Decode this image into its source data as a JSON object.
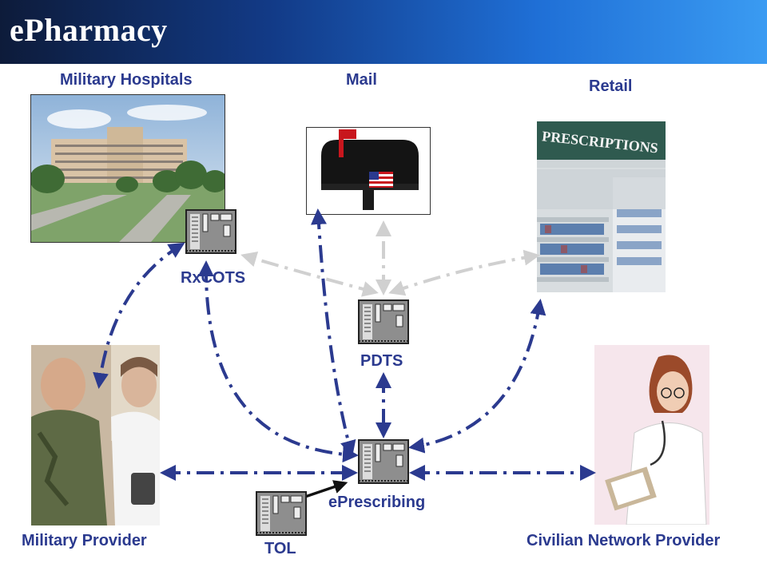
{
  "title": "ePharmacy",
  "colors": {
    "accent": "#2b3a8f",
    "gray_arrow": "#d0d0d0",
    "black_arrow": "#111111"
  },
  "labels": {
    "military_hospitals": "Military Hospitals",
    "mail": "Mail",
    "retail": "Retail",
    "rxcots": "RxCOTS",
    "pdts": "PDTS",
    "eprescribing": "ePrescribing",
    "military_provider": "Military Provider",
    "civilian_network_provider": "Civilian Network Provider",
    "tol": "TOL"
  },
  "pharmacy_sign": "PRESCRIPTIONS",
  "icons": [
    "server-icon",
    "mailbox-icon",
    "flag-icon",
    "hospital-photo",
    "pharmacy-photo",
    "doctor-photo"
  ]
}
